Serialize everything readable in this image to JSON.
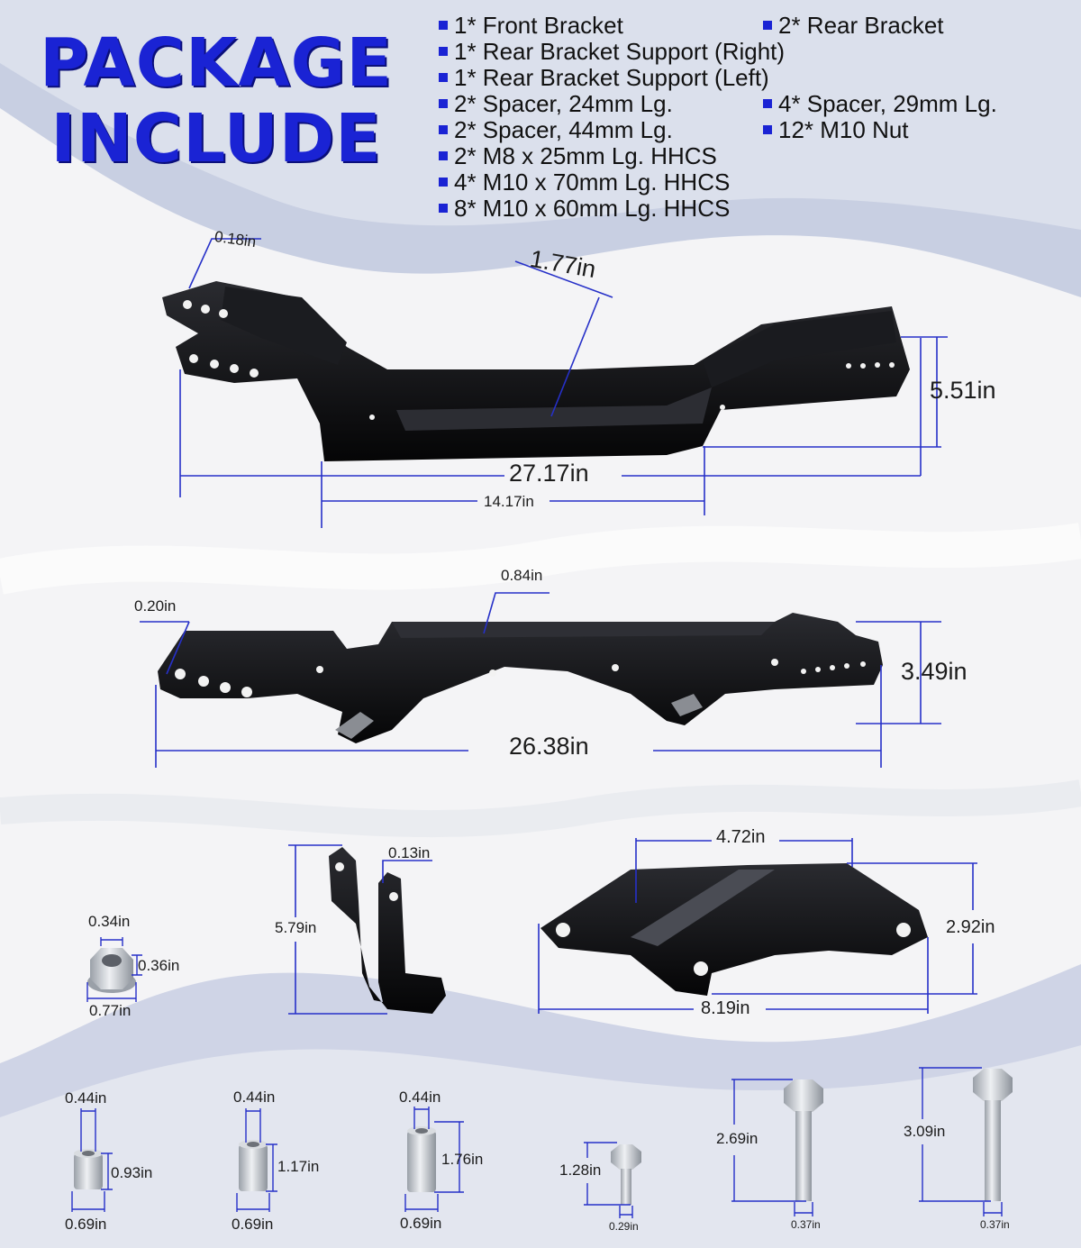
{
  "heading": {
    "line1": "PACKAGE",
    "line2": "INCLUDE"
  },
  "package_items": [
    "1* Front Bracket",
    "2* Rear Bracket",
    "1* Rear Bracket Support (Right)",
    "1* Rear Bracket Support (Left)",
    "2* Spacer, 24mm Lg.",
    "4* Spacer, 29mm Lg.",
    "2* Spacer, 44mm Lg.",
    "12* M10 Nut",
    "2* M8 x 25mm Lg. HHCS",
    "4* M10 x 70mm Lg. HHCS",
    "8* M10 x 60mm Lg. HHCS"
  ],
  "front_bracket": {
    "thickness": "0.18in",
    "width": "1.77in",
    "height": "5.51in",
    "length": "27.17in",
    "inner_length": "14.17in"
  },
  "rear_bracket": {
    "thickness": "0.20in",
    "width": "0.84in",
    "height": "3.49in",
    "length": "26.38in"
  },
  "support": {
    "thickness": "0.13in",
    "height": "5.79in"
  },
  "plate": {
    "width": "4.72in",
    "height": "2.92in",
    "length": "8.19in"
  },
  "nut": {
    "top": "0.34in",
    "height": "0.36in",
    "width": "0.77in"
  },
  "spacers": [
    {
      "inner": "0.44in",
      "height": "0.93in",
      "outer": "0.69in"
    },
    {
      "inner": "0.44in",
      "height": "1.17in",
      "outer": "0.69in"
    },
    {
      "inner": "0.44in",
      "height": "1.76in",
      "outer": "0.69in"
    }
  ],
  "bolts": [
    {
      "length": "1.28in",
      "diameter": "0.29in"
    },
    {
      "length": "2.69in",
      "diameter": "0.37in"
    },
    {
      "length": "3.09in",
      "diameter": "0.37in"
    }
  ],
  "colors": {
    "accent": "#1a23d4",
    "dim_line": "#2630c8",
    "part": "#0d0d0f",
    "metal": "#c9ccd1"
  }
}
